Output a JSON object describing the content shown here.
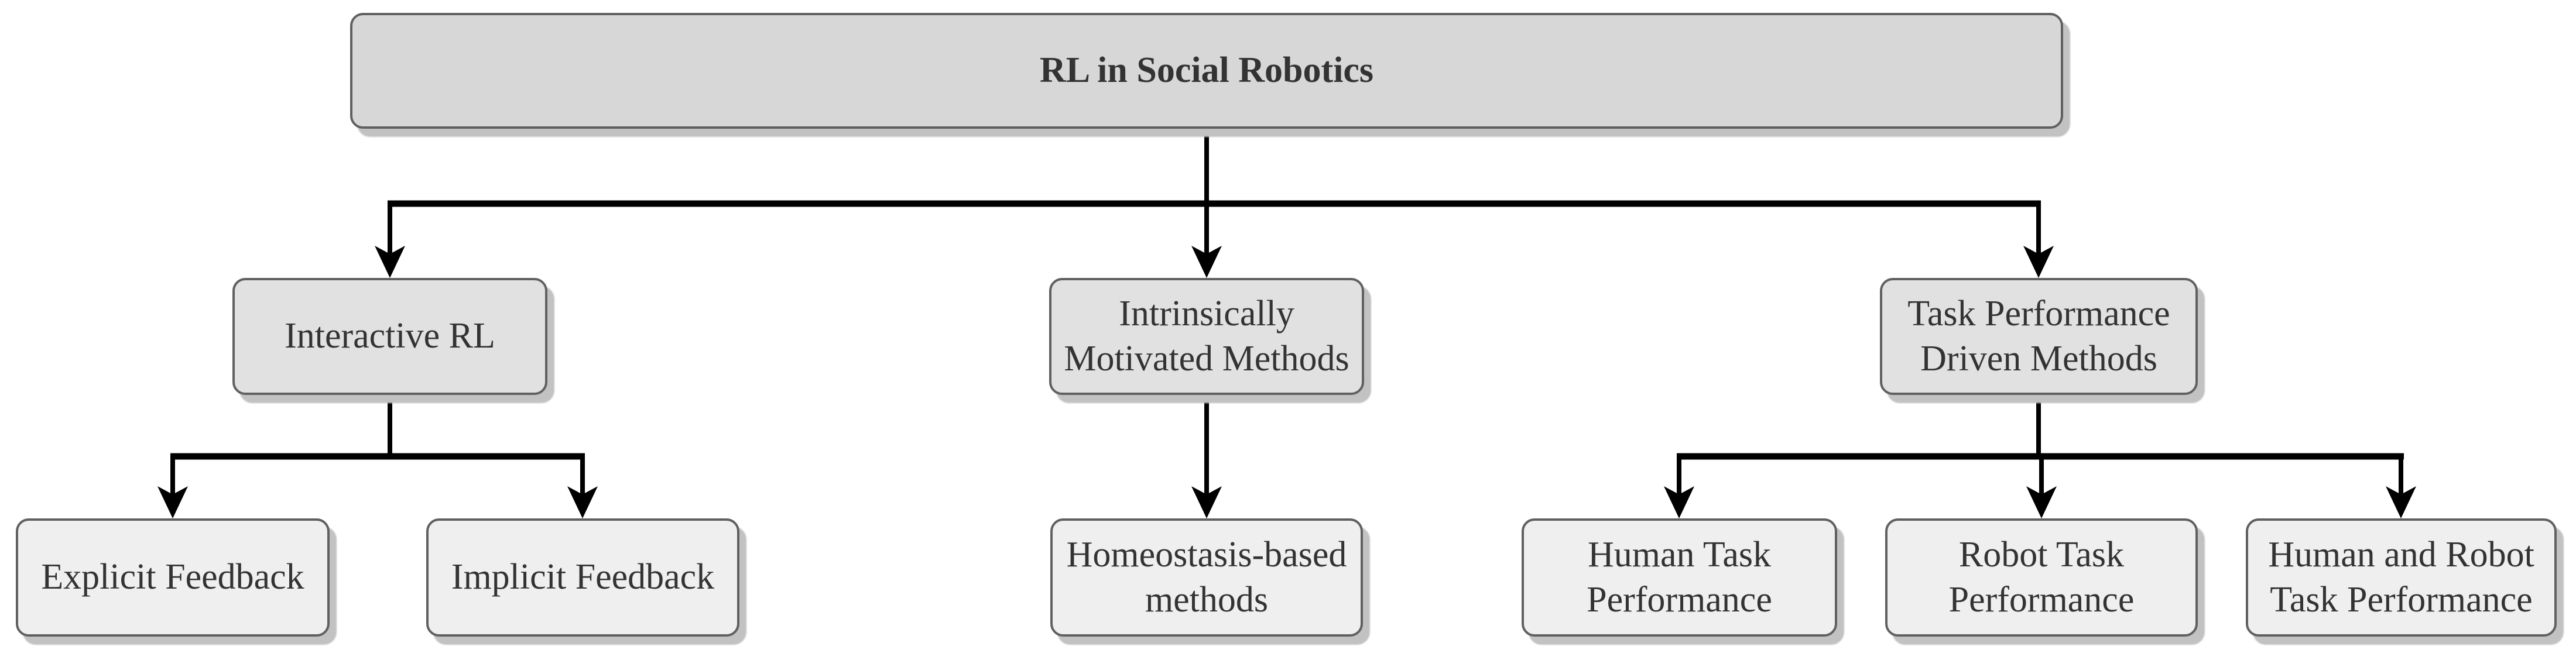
{
  "diagram": {
    "title": "RL in Social Robotics",
    "nodes": {
      "root": {
        "label": "RL in Social Robotics",
        "level": 1
      },
      "interactive_rl": {
        "label": "Interactive RL",
        "level": 2
      },
      "intrinsically_motivated": {
        "label": "Intrinsically\nMotivated Methods",
        "level": 2
      },
      "task_performance": {
        "label": "Task Performance\nDriven Methods",
        "level": 2
      },
      "explicit_feedback": {
        "label": "Explicit Feedback",
        "level": 3
      },
      "implicit_feedback": {
        "label": "Implicit Feedback",
        "level": 3
      },
      "homeostasis": {
        "label": "Homeostasis-based\nmethods",
        "level": 3
      },
      "human_task": {
        "label": "Human Task\nPerformance",
        "level": 3
      },
      "robot_task": {
        "label": "Robot Task\nPerformance",
        "level": 3
      },
      "human_robot_task": {
        "label": "Human and Robot\nTask Performance",
        "level": 3
      }
    },
    "edges": [
      {
        "from": "root",
        "to": "interactive_rl"
      },
      {
        "from": "root",
        "to": "intrinsically_motivated"
      },
      {
        "from": "root",
        "to": "task_performance"
      },
      {
        "from": "interactive_rl",
        "to": "explicit_feedback"
      },
      {
        "from": "interactive_rl",
        "to": "implicit_feedback"
      },
      {
        "from": "intrinsically_motivated",
        "to": "homeostasis"
      },
      {
        "from": "task_performance",
        "to": "human_task"
      },
      {
        "from": "task_performance",
        "to": "robot_task"
      },
      {
        "from": "task_performance",
        "to": "human_robot_task"
      }
    ],
    "colors": {
      "background": "#ffffff",
      "node_border": "#606060",
      "text": "#333333",
      "fill_root": "#d7d7d7",
      "fill_level2": "#e1e1e1",
      "fill_level3": "#efefef",
      "shadow": "#c2c2c2",
      "edge": "#000000"
    }
  }
}
